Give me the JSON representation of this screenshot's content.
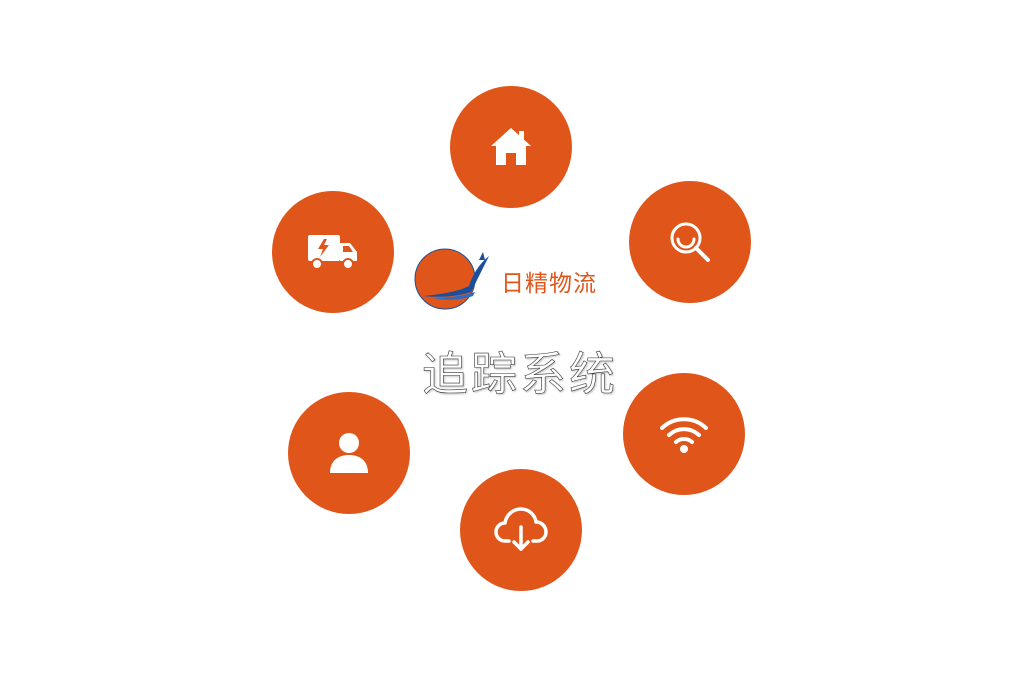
{
  "logo": {
    "brand_name": "日精物流"
  },
  "title": {
    "text": "追踪系统"
  },
  "nav_buttons": [
    {
      "id": "home",
      "icon": "home-icon"
    },
    {
      "id": "search",
      "icon": "search-icon"
    },
    {
      "id": "truck",
      "icon": "delivery-truck-icon"
    },
    {
      "id": "wifi",
      "icon": "wifi-icon"
    },
    {
      "id": "user",
      "icon": "user-icon"
    },
    {
      "id": "download",
      "icon": "cloud-download-icon"
    }
  ],
  "colors": {
    "accent": "#E0561A",
    "icon": "#FFFFFF",
    "brand_text": "#E0561A",
    "title_text": "#FFFFFF",
    "logo_blue": "#1B4E9B",
    "background": "#FFFFFF"
  }
}
